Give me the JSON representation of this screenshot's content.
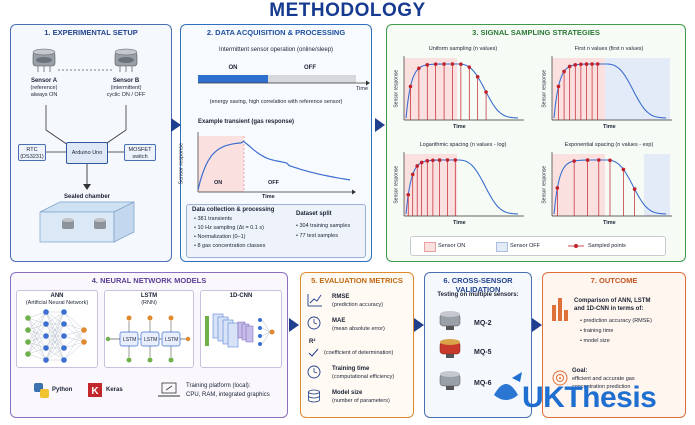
{
  "title": "METHODOLOGY",
  "colors": {
    "setup": "#4a6fb3",
    "acq": "#2f6fc0",
    "sampling": "#3f9a4a",
    "nn": "#8b6fc0",
    "metrics": "#e08a30",
    "cross": "#4a6fb3",
    "outcome": "#e0703a",
    "line": "#3b6fd0",
    "on": "#f5b8b8",
    "off": "#c7d6ef",
    "point": "#c0202a"
  },
  "setup": {
    "header": "1. EXPERIMENTAL SETUP",
    "sensor_a": "Sensor A",
    "sensor_a_sub1": "(reference)",
    "sensor_a_sub2": "always ON",
    "sensor_b": "Sensor B",
    "sensor_b_sub1": "(intermittent)",
    "sensor_b_sub2": "cyclic ON / OFF",
    "rtc": "RTC",
    "rtc_sub": "(DS3231)",
    "arduino": "Arduino Uno",
    "mosfet": "MOSFET",
    "mosfet_sub": "switch",
    "chamber": "Sealed chamber"
  },
  "acq": {
    "header": "2. DATA ACQUISITION & PROCESSING",
    "intermittent": "Intermittent sensor operation (online/sleep)",
    "on": "ON",
    "off": "OFF",
    "time": "Time",
    "energy_note": "(energy saving, high correlation with reference sensor)",
    "example": "Example transient (gas response)",
    "ylabel": "Sensor response",
    "on2": "ON",
    "off2": "OFF",
    "time2": "Time",
    "dc_title": "Data collection & processing",
    "dc_items": [
      "381 transients",
      "10 Hz sampling (Δt = 0.1 s)",
      "Normalization (0–1)",
      "8 gas concentration classes"
    ],
    "ds_title": "Dataset split",
    "ds_items": [
      "304 training samples",
      "77 test samples"
    ]
  },
  "sampling": {
    "header": "3. SIGNAL SAMPLING STRATEGIES",
    "plots": [
      {
        "title": "Uniform sampling (n values)",
        "xlabel": "Time",
        "ylabel": "Sensor response"
      },
      {
        "title": "First n values (first n values)",
        "xlabel": "Time",
        "ylabel": "Sensor response"
      },
      {
        "title": "Logarithmic spacing (n values - log)",
        "xlabel": "Time",
        "ylabel": "Sensor response"
      },
      {
        "title": "Exponential spacing (n values - exp)",
        "xlabel": "Time",
        "ylabel": "Sensor response"
      }
    ],
    "legend": {
      "on": "Sensor ON",
      "off": "Sensor OFF",
      "points": "Sampled points"
    }
  },
  "nn": {
    "header": "4. NEURAL NETWORK MODELS",
    "ann": "ANN",
    "ann_sub": "(Artificial Neural Network)",
    "lstm": "LSTM",
    "lstm_sub": "(RNN)",
    "lstm_cell": "LSTM",
    "cnn": "1D-CNN",
    "python": "Python",
    "keras": "Keras",
    "platform1": "Training platform (local):",
    "platform2": "CPU, RAM, integrated graphics"
  },
  "metrics": {
    "header": "5. EVALUATION METRICS",
    "items": [
      {
        "name": "RMSE",
        "sub": "(prediction accuracy)"
      },
      {
        "name": "MAE",
        "sub": "(mean absolute error)"
      },
      {
        "name": "R²",
        "sub": "(coefficient of determination)"
      },
      {
        "name": "Training time",
        "sub": "(computational efficiency)"
      },
      {
        "name": "Model size",
        "sub": "(number of parameters)"
      }
    ]
  },
  "cross": {
    "header": "6. CROSS-SENSOR VALIDATION",
    "intro": "Testing on multiple sensors:",
    "sensors": [
      "MQ-2",
      "MQ-5",
      "MQ-6"
    ]
  },
  "outcome": {
    "header": "7. OUTCOME",
    "comp1": "Comparison of ANN, LSTM",
    "comp2": "and 1D-CNN in terms of:",
    "items": [
      "prediction accuracy (RMSE)",
      "training time",
      "model size"
    ],
    "goal": "Goal:",
    "goal1": "efficient and accurate gas",
    "goal2": "concentration prediction"
  },
  "watermark": "UKThesis"
}
